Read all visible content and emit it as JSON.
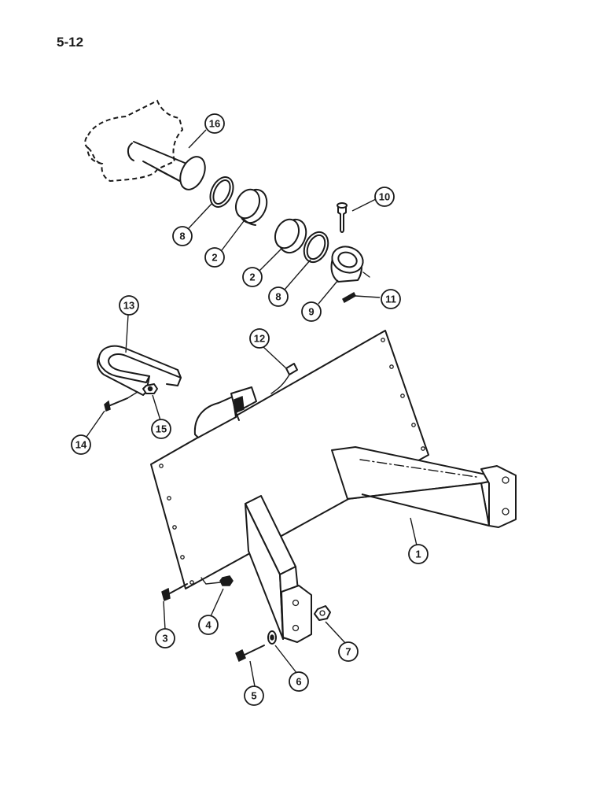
{
  "page": {
    "number": "5-12"
  },
  "callouts": [
    {
      "id": "c16",
      "label": "16"
    },
    {
      "id": "c8a",
      "label": "8"
    },
    {
      "id": "c2a",
      "label": "2"
    },
    {
      "id": "c10",
      "label": "10"
    },
    {
      "id": "c2b",
      "label": "2"
    },
    {
      "id": "c8b",
      "label": "8"
    },
    {
      "id": "c9",
      "label": "9"
    },
    {
      "id": "c11",
      "label": "11"
    },
    {
      "id": "c13",
      "label": "13"
    },
    {
      "id": "c12",
      "label": "12"
    },
    {
      "id": "c14",
      "label": "14"
    },
    {
      "id": "c15",
      "label": "15"
    },
    {
      "id": "c1",
      "label": "1"
    },
    {
      "id": "c3",
      "label": "3"
    },
    {
      "id": "c4",
      "label": "4"
    },
    {
      "id": "c7",
      "label": "7"
    },
    {
      "id": "c6",
      "label": "6"
    },
    {
      "id": "c5",
      "label": "5"
    }
  ]
}
